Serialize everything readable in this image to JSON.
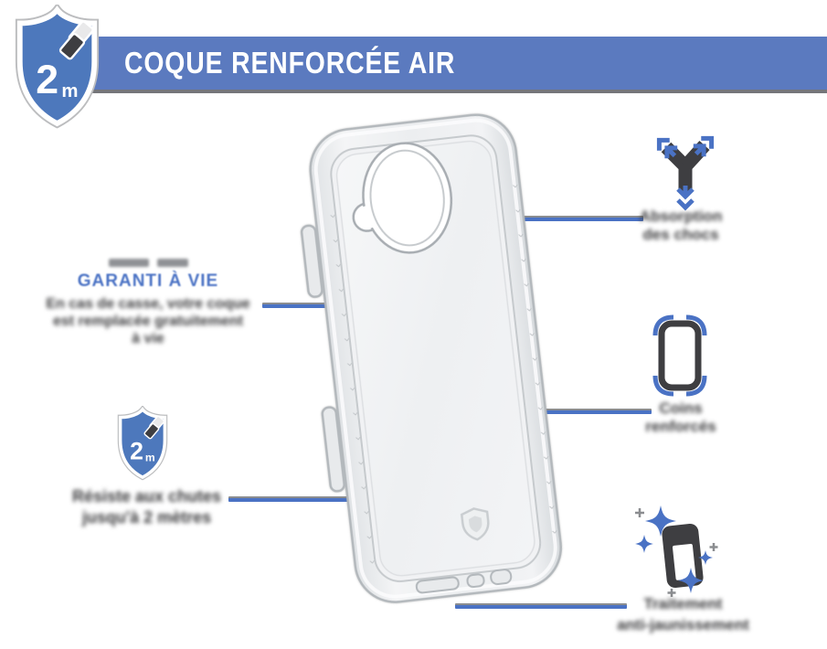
{
  "header": {
    "badge": {
      "value": "2",
      "unit": "m"
    },
    "title": "COQUE RENFORCÉE AIR"
  },
  "warranty": {
    "title": "GARANTI À VIE",
    "line1": "En cas de casse, votre coque",
    "line2": "est remplacée gratuitement",
    "line3": "à vie"
  },
  "drop": {
    "badge": {
      "value": "2",
      "unit": "m"
    },
    "line1": "Résiste aux chutes",
    "line2": "jusqu'à 2 mètres"
  },
  "features": {
    "shock": {
      "line1": "Absorption",
      "line2": "des chocs"
    },
    "corners": {
      "line1": "Coins",
      "line2": "renforcés"
    },
    "antiYellow": {
      "line1": "Traitement",
      "line2": "anti-jaunissement"
    }
  },
  "colors": {
    "banner": "#5b7abf",
    "accent": "#4a72c4",
    "dark": "#3a3a3c",
    "shield": "#4d78bc"
  }
}
